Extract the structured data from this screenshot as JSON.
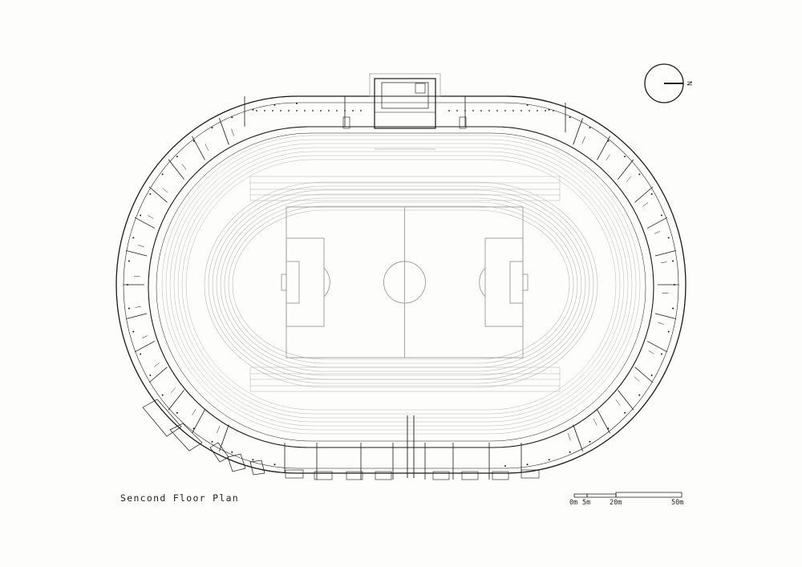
{
  "drawing": {
    "title": "Sencond Floor Plan",
    "north_label": "N",
    "scale_bar": {
      "ticks": [
        "0m",
        "5m",
        "20m",
        "50m"
      ]
    }
  },
  "colors": {
    "background": "#fdfdfb",
    "ink": "#1a1a1a",
    "field_line": "#9a9a9a",
    "track_line": "#b8b8b8"
  }
}
